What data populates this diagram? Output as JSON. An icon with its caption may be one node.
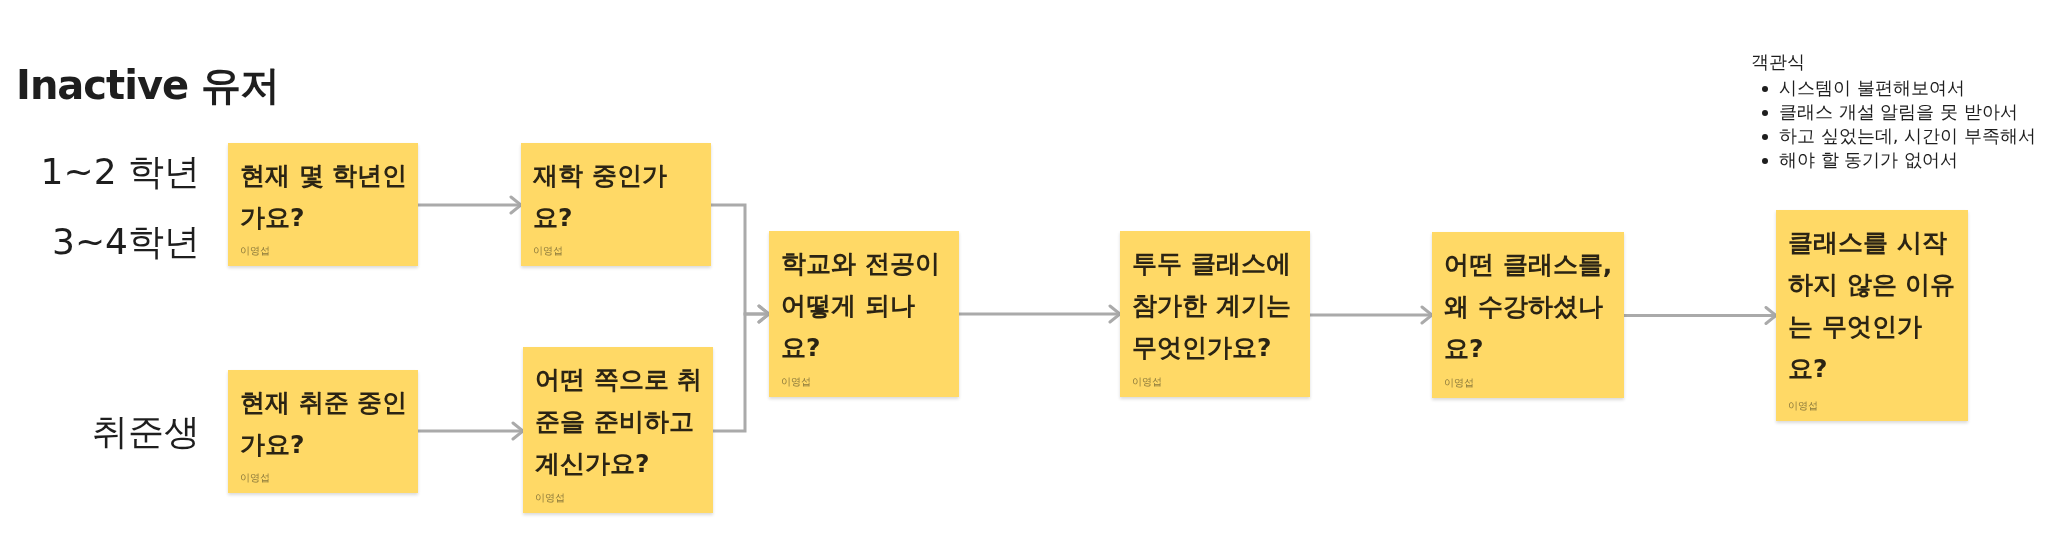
{
  "diagram": {
    "title": "Inactive 유저",
    "nodes": [
      {
        "text": [
          "현재 몇 학년인가요?",
          "이영섭"
        ]
      },
      {
        "text": [
          "재학 중인가요?",
          "이영섭"
        ]
      },
      {
        "text": [
          "현재 취준 중인가요?",
          "이영섭"
        ]
      },
      {
        "text": [
          "어떤 쪽으로 취준을 준비하고 계신가요?",
          "이영섭"
        ]
      },
      {
        "text": [
          "학교와 전공이 어떻게 되나요?",
          "이영섭"
        ]
      },
      {
        "text": [
          "투두 클래스에 참가한 계기는 무엇인가요?",
          "이영섭"
        ]
      },
      {
        "text": [
          "어떤 클래스를, 왜 수강하셨나요?",
          "이영섭"
        ]
      },
      {
        "text": [
          "클래스를 시작하지 않은 이유는 무엇인가요?",
          "이영섭"
        ]
      }
    ],
    "edges": [
      {
        "from": 0,
        "to": 1,
        "arrow": "to"
      },
      {
        "from": 2,
        "to": 3,
        "arrow": "to"
      },
      {
        "from": 1,
        "to": 4,
        "arrow": "to"
      },
      {
        "from": 3,
        "to": 4,
        "arrow": "to"
      },
      {
        "from": 4,
        "to": 5,
        "arrow": "to"
      },
      {
        "from": 5,
        "to": 6,
        "arrow": "to"
      },
      {
        "from": 6,
        "to": 7,
        "arrow": "to"
      }
    ],
    "labels": [
      "객관식",
      "시스템이 불편해보여서",
      "클래스 개설 알림을 못 받아서",
      "하고 싶었는데, 시간이 부족해서",
      "해야 할 동기가 없어서",
      "1~2 학년",
      "3~4학년",
      "취준생"
    ]
  }
}
